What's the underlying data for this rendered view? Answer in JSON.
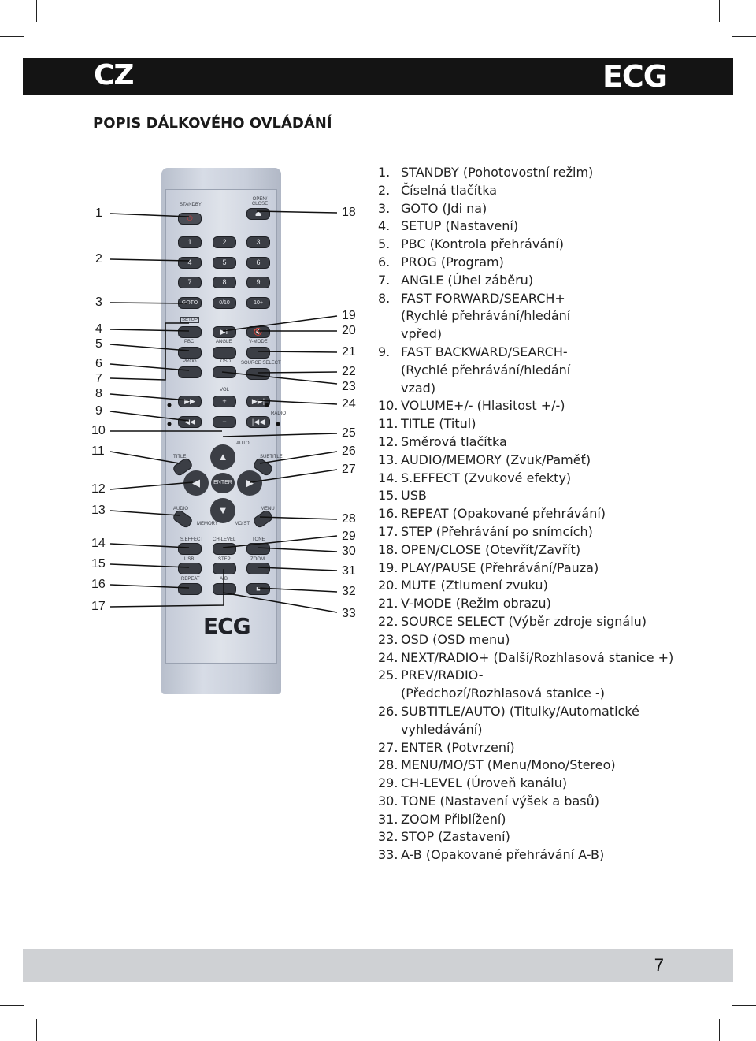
{
  "header": {
    "language": "CZ",
    "brand": "ECG"
  },
  "section_title": "POPIS DÁLKOVÉHO OVLÁDÁNÍ",
  "remote": {
    "labels": {
      "standby": "STANDBY",
      "open_close": "OPEN/ CLOSE",
      "goto": "GOTO",
      "zero_ten": "0/10",
      "ten_plus": "10+",
      "setup": "SETUP",
      "pbc": "PBC",
      "angle": "ANGLE",
      "vmode": "V-MODE",
      "prog": "PROG",
      "osd": "OSD",
      "source_select": "SOURCE SELECT",
      "vol": "VOL",
      "radio": "RADIO",
      "auto": "AUTO",
      "title": "TITLE",
      "subtitle": "SUBTITLE",
      "enter": "ENTER",
      "audio": "AUDIO",
      "menu": "MENU",
      "memory": "MEMORY",
      "mo_st": "MO/ST",
      "s_effect": "S.EFFECT",
      "ch_level": "CH-LEVEL",
      "tone": "TONE",
      "usb": "USB",
      "step": "STEP",
      "zoom": "ZOOM",
      "repeat": "REPEAT",
      "a_b": "A-B",
      "logo": "ECG"
    },
    "digits": [
      "1",
      "2",
      "3",
      "4",
      "5",
      "6",
      "7",
      "8",
      "9"
    ]
  },
  "callouts_left": [
    "1",
    "2",
    "3",
    "4",
    "5",
    "6",
    "7",
    "8",
    "9",
    "10",
    "11",
    "12",
    "13",
    "14",
    "15",
    "16",
    "17"
  ],
  "callouts_right": [
    "18",
    "19",
    "20",
    "21",
    "22",
    "23",
    "24",
    "25",
    "26",
    "27",
    "28",
    "29",
    "30",
    "31",
    "32",
    "33"
  ],
  "legend": [
    {
      "n": "1.",
      "text": "STANDBY (Pohotovostní režim)"
    },
    {
      "n": "2.",
      "text": "Číselná tlačítka"
    },
    {
      "n": "3.",
      "text": "GOTO (Jdi na)"
    },
    {
      "n": "4.",
      "text": "SETUP (Nastavení)"
    },
    {
      "n": "5.",
      "text": "PBC (Kontrola přehrávání)"
    },
    {
      "n": "6.",
      "text": "PROG (Program)"
    },
    {
      "n": "7.",
      "text": "ANGLE (Úhel záběru)"
    },
    {
      "n": "8.",
      "text": "FAST FORWARD/SEARCH+ (Rychlé přehrávání/hledání vpřed)"
    },
    {
      "n": "9.",
      "text": "FAST BACKWARD/SEARCH- (Rychlé přehrávání/hledání vzad)"
    },
    {
      "n": "10.",
      "text": "VOLUME+/- (Hlasitost +/-)"
    },
    {
      "n": "11.",
      "text": "TITLE (Titul)"
    },
    {
      "n": "12.",
      "text": "Směrová tlačítka"
    },
    {
      "n": "13.",
      "text": "AUDIO/MEMORY (Zvuk/Paměť)"
    },
    {
      "n": "14.",
      "text": "S.EFFECT (Zvukové efekty)"
    },
    {
      "n": "15.",
      "text": "USB"
    },
    {
      "n": "16.",
      "text": "REPEAT (Opakované přehrávání)"
    },
    {
      "n": "17.",
      "text": "STEP (Přehrávání po snímcích)"
    },
    {
      "n": "18.",
      "text": "OPEN/CLOSE (Otevřít/Zavřít)"
    },
    {
      "n": "19.",
      "text": "PLAY/PAUSE (Přehrávání/Pauza)"
    },
    {
      "n": "20.",
      "text": "MUTE (Ztlumení zvuku)"
    },
    {
      "n": "21.",
      "text": "V-MODE (Režim obrazu)"
    },
    {
      "n": "22.",
      "text": "SOURCE SELECT (Výběr zdroje signálu)"
    },
    {
      "n": "23.",
      "text": "OSD (OSD menu)"
    },
    {
      "n": "24.",
      "text": "NEXT/RADIO+ (Další/Rozhlasová stanice +)"
    },
    {
      "n": "25.",
      "text": "PREV/RADIO- (Předchozí/Rozhlasová stanice -)"
    },
    {
      "n": "26.",
      "text": "SUBTITLE/AUTO) (Titulky/Automatické vyhledávání)"
    },
    {
      "n": "27.",
      "text": "ENTER (Potvrzení)"
    },
    {
      "n": "28.",
      "text": "MENU/MO/ST (Menu/Mono/Stereo)"
    },
    {
      "n": "29.",
      "text": "CH-LEVEL (Úroveň kanálu)"
    },
    {
      "n": "30.",
      "text": "TONE (Nastavení výšek a basů)"
    },
    {
      "n": "31.",
      "text": "ZOOM Přiblížení)"
    },
    {
      "n": "32.",
      "text": "STOP (Zastavení)"
    },
    {
      "n": "33.",
      "text": "A-B (Opakované přehrávání A-B)"
    }
  ],
  "footer": {
    "page_number": "7"
  }
}
